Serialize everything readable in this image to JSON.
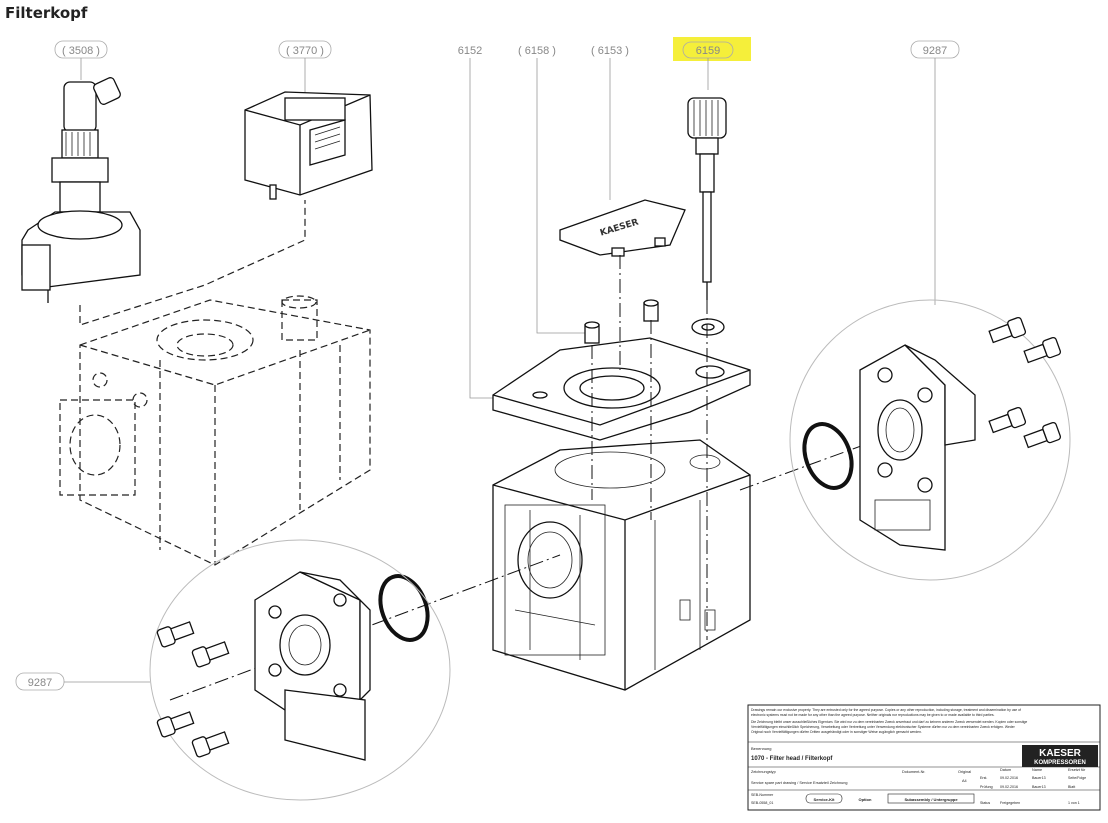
{
  "title": "Filterkopf",
  "callouts": [
    {
      "id": "3508",
      "label": "( 3508 )",
      "highlight": false
    },
    {
      "id": "3770",
      "label": "( 3770 )",
      "highlight": false
    },
    {
      "id": "6152",
      "label": "6152",
      "highlight": false
    },
    {
      "id": "6158",
      "label": "( 6158 )",
      "highlight": false
    },
    {
      "id": "6153",
      "label": "( 6153 )",
      "highlight": false
    },
    {
      "id": "6159",
      "label": "6159",
      "highlight": true
    },
    {
      "id": "9287a",
      "label": "9287",
      "highlight": false
    },
    {
      "id": "9287b",
      "label": "9287",
      "highlight": false
    }
  ],
  "highlight_color": "#f5ef3a",
  "titleblock": {
    "disclaimer_lines": [
      "Drawings remain our exclusive property. They are entrusted only for the agreed purpose. Copies or any other reproduction, including storage, treatment and dissemination by use of",
      "electronic systems must not be made for any other than the agreed purpose. Neither originals nor reproductions may be given to or made available to third parties.",
      "Die Zeichnung bleibt unser ausschließliches Eigentum. Sie wird nur zu dem vereinbarten Zweck anvertraut und darf zu keinem anderen Zweck verwendet werden. Kopien oder sonstige",
      "Vervielfältigungen einschließlich Speicherung, Verarbeitung oder Verbreitung unter Verwendung elektronischer Systeme dürfen nur zu dem vereinbarten Zweck erfolgen. Weder",
      "Original noch Vervielfältigungen dürfen Dritten ausgehändigt oder in sonstiger Weise zugänglich gemacht werden."
    ],
    "benennung_label": "Benennung",
    "benennung_value": "1070 - Filter head / Filterkopf",
    "logo_top": "KAESER",
    "logo_bottom": "KOMPRESSOREN",
    "zeichnungstyp_label": "Zeichnungstyp",
    "zeichnungstyp_value": "Service spare part drawing / Service Ersatzteil Zeichnung",
    "dokument_label": "Dokument-Nr.",
    "original_label": "Original",
    "original_value": "A4",
    "datum_label": "Datum",
    "name_label": "Name",
    "ersetzt_label": "Ersetzt für",
    "ersetzt_value": "Seite/Folge",
    "erst_label": "Erst.",
    "erst_date": "09.02.2016",
    "erst_name": "Bauer13",
    "prufung_label": "Prüfung",
    "prufung_date": "09.02.2016",
    "prufung_name": "Bauer13",
    "status_label": "Status",
    "status_value": "Freigegeben",
    "blatt_label": "Blatt",
    "blatt_value": "1 von 1",
    "sachnummer_label": "SEB-Nummer",
    "sachnummer_value": "SEB-0558_01",
    "kit_label": "Service-Kit",
    "option_label": "Option",
    "subassembly_label": "Subassembly / Untergruppe"
  }
}
